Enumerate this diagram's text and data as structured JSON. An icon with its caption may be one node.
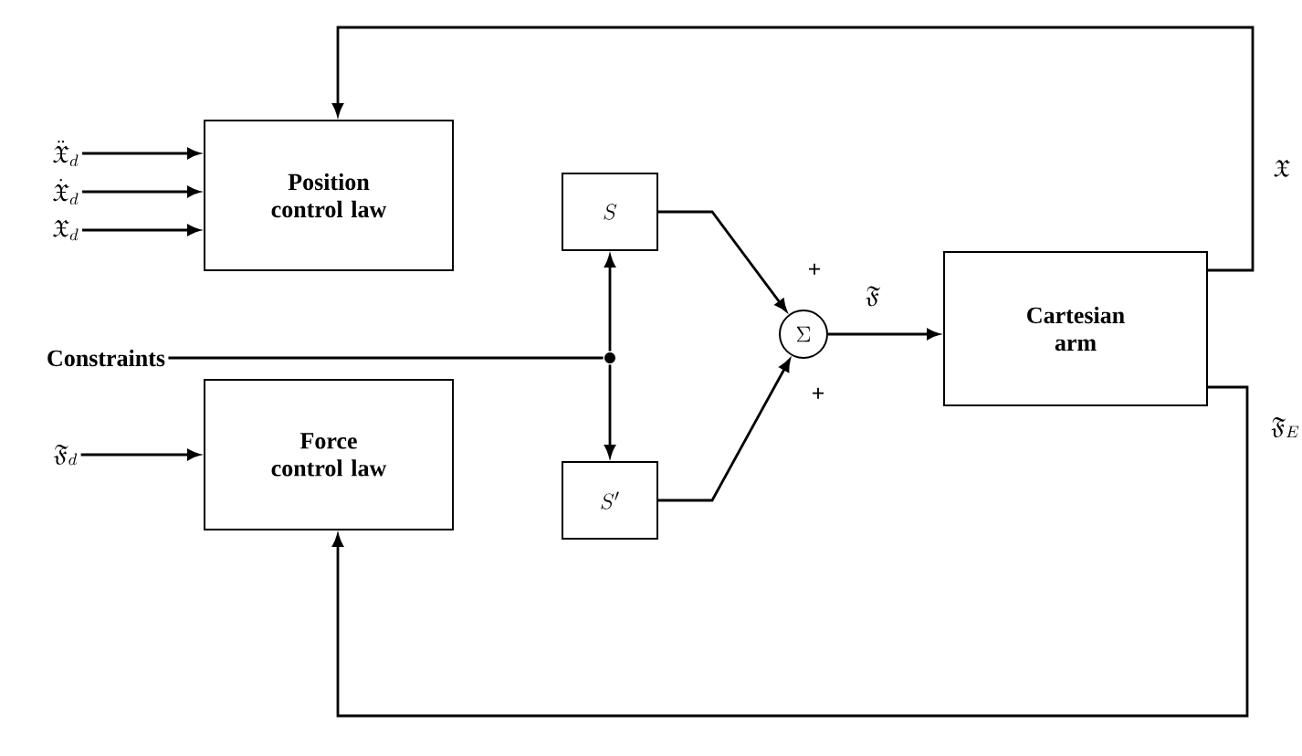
{
  "diagram": {
    "nodes": [
      {
        "text": [
          "Position control law"
        ]
      },
      {
        "text": [
          "Force control law"
        ]
      },
      {
        "text": [
          "S"
        ]
      },
      {
        "text": [
          "S'"
        ]
      },
      {
        "text": [
          "\\Sigma"
        ]
      },
      {
        "text": [
          "Cartesian arm"
        ]
      },
      {
        "text": [
          "Constraints"
        ]
      },
      {
        "text": [],
        "shape": "circle"
      },
      {
        "text": [
          "\\ddot{\\mathfrak{X}}_d"
        ]
      },
      {
        "text": [
          "\\dot{\\mathfrak{X}}_d"
        ]
      },
      {
        "text": [
          "\\mathfrak{X}_d"
        ]
      },
      {
        "text": [
          "\\mathfrak{F}_d"
        ]
      }
    ],
    "edges": [
      {
        "from": 8,
        "to": 0,
        "arrow": "to"
      },
      {
        "from": 9,
        "to": 0,
        "arrow": "to"
      },
      {
        "from": 10,
        "to": 0,
        "arrow": "to"
      },
      {
        "from": 11,
        "to": 1,
        "arrow": "to"
      },
      {
        "from": 6,
        "to": 7,
        "arrow": "none"
      },
      {
        "from": 7,
        "to": 2,
        "arrow": "to"
      },
      {
        "from": 7,
        "to": 3,
        "arrow": "to"
      },
      {
        "from": 2,
        "to": 4,
        "arrow": "to",
        "label": "+"
      },
      {
        "from": 3,
        "to": 4,
        "arrow": "to",
        "label": "+"
      },
      {
        "from": 4,
        "to": 5,
        "arrow": "to",
        "label": "\\mathfrak{F}"
      },
      {
        "from": 5,
        "to": 0,
        "arrow": "to",
        "label": "\\mathfrak{X}"
      },
      {
        "from": 5,
        "to": 1,
        "arrow": "to",
        "label": "\\mathfrak{F}_E"
      }
    ]
  }
}
